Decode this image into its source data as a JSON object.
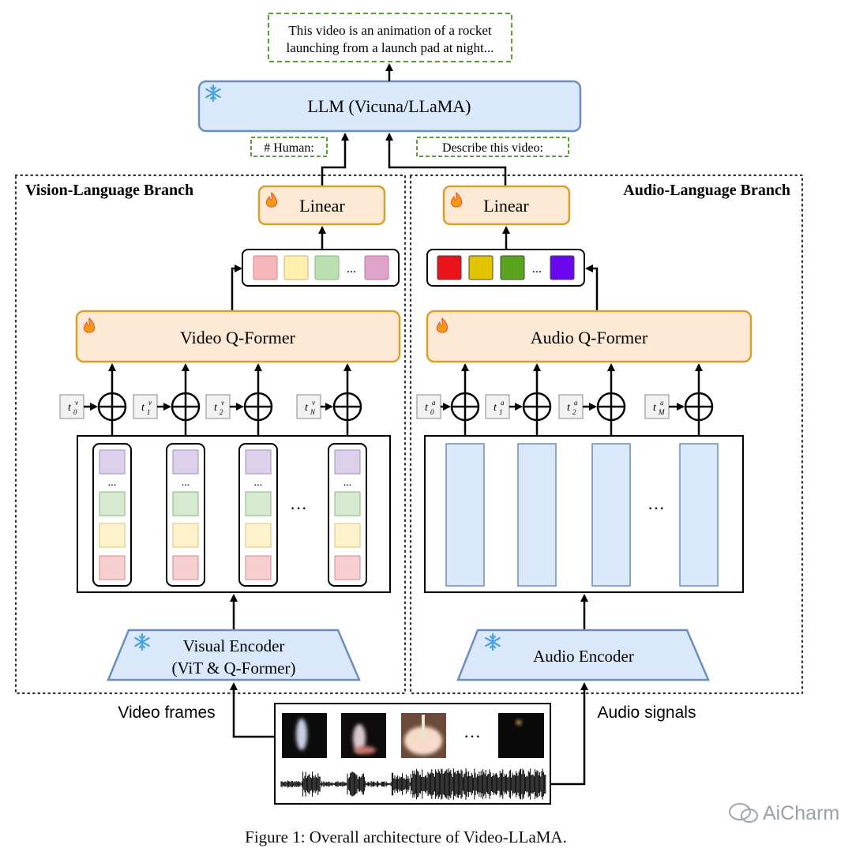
{
  "output_text": {
    "line1": "This video is an animation of a rocket",
    "line2": "launching from a launch pad at night..."
  },
  "llm": {
    "label": "LLM (Vicuna/LLaMA)"
  },
  "prompts": {
    "human": "# Human:",
    "describe": "Describe this video:"
  },
  "vision_branch": {
    "title": "Vision-Language Branch",
    "linear": "Linear",
    "qformer": "Video Q-Former",
    "encoder_line1": "Visual Encoder",
    "encoder_line2": "(ViT & Q-Former)",
    "input_label": "Video frames",
    "token_colors": [
      "#f4b6b8",
      "#fff0b0",
      "#b9dfb2",
      "#dfa3c9"
    ],
    "frame_cell_colors": [
      "#ddd0ea",
      "#d6ead1",
      "#fff2cc",
      "#f8cfd0"
    ],
    "position_tokens": [
      {
        "base": "t",
        "sup": "v",
        "sub": "0"
      },
      {
        "base": "t",
        "sup": "v",
        "sub": "1"
      },
      {
        "base": "t",
        "sup": "v",
        "sub": "2"
      },
      {
        "base": "t",
        "sup": "v",
        "sub": "N"
      }
    ]
  },
  "audio_branch": {
    "title": "Audio-Language Branch",
    "linear": "Linear",
    "qformer": "Audio Q-Former",
    "encoder": "Audio Encoder",
    "input_label": "Audio signals",
    "token_colors": [
      "#e8141a",
      "#e2c400",
      "#5aa51e",
      "#6a06f0"
    ],
    "position_tokens": [
      {
        "base": "t",
        "sup": "a",
        "sub": "0"
      },
      {
        "base": "t",
        "sup": "a",
        "sub": "1"
      },
      {
        "base": "t",
        "sup": "a",
        "sub": "2"
      },
      {
        "base": "t",
        "sup": "a",
        "sub": "M"
      }
    ]
  },
  "ellipsis": "···",
  "small_ellipsis": "...",
  "caption": "Figure 1: Overall architecture of Video-LLaMA.",
  "watermark": "AiCharm",
  "colors": {
    "blue_fill": "#dae8fc",
    "blue_stroke": "#6c8ebf",
    "orange_fill": "#fde9d4",
    "orange_stroke": "#d6a02a",
    "green_dash": "#5a9b32"
  }
}
